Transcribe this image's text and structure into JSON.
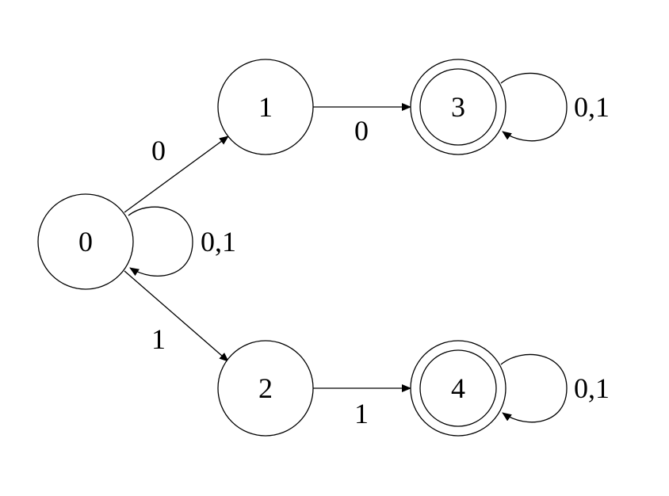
{
  "states": [
    {
      "id": "0",
      "label": "0",
      "accepting": false
    },
    {
      "id": "1",
      "label": "1",
      "accepting": false
    },
    {
      "id": "2",
      "label": "2",
      "accepting": false
    },
    {
      "id": "3",
      "label": "3",
      "accepting": true
    },
    {
      "id": "4",
      "label": "4",
      "accepting": true
    }
  ],
  "transitions": [
    {
      "from": "0",
      "to": "1",
      "label": "0"
    },
    {
      "from": "0",
      "to": "2",
      "label": "1"
    },
    {
      "from": "1",
      "to": "3",
      "label": "0"
    },
    {
      "from": "2",
      "to": "4",
      "label": "1"
    },
    {
      "from": "0",
      "to": "0",
      "label": "0,1"
    },
    {
      "from": "3",
      "to": "3",
      "label": "0,1"
    },
    {
      "from": "4",
      "to": "4",
      "label": "0,1"
    }
  ]
}
